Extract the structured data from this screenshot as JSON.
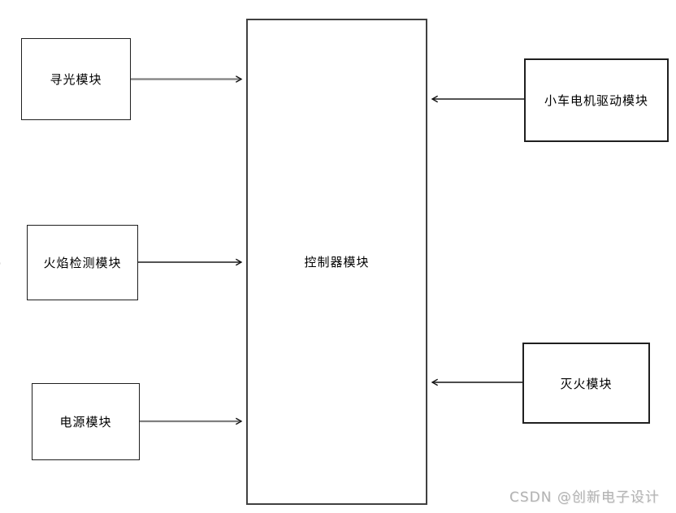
{
  "diagram": {
    "type": "block-diagram",
    "nodes": {
      "controller": {
        "label": "控制器模块"
      },
      "light_seeking": {
        "label": "寻光模块"
      },
      "flame_detection": {
        "label": "火焰检测模块"
      },
      "power": {
        "label": "电源模块"
      },
      "motor_drive": {
        "label": "小车电机驱动模块"
      },
      "extinguish": {
        "label": "灭火模块"
      }
    },
    "edges": [
      {
        "from": "寻光模块",
        "to": "控制器模块",
        "arrow": "into-controller-left-side"
      },
      {
        "from": "火焰检测模块",
        "to": "控制器模块",
        "arrow": "into-controller-left-side"
      },
      {
        "from": "电源模块",
        "to": "控制器模块",
        "arrow": "into-controller-left-side"
      },
      {
        "from": "小车电机驱动模块",
        "to": "控制器模块",
        "arrow": "into-controller-right-side"
      },
      {
        "from": "灭火模块",
        "to": "控制器模块",
        "arrow": "into-controller-right-side"
      }
    ],
    "colors": {
      "node_border": "#1f1f1f",
      "controller_border": "#404040",
      "arrow_gray": "#7f7f7f",
      "arrow_black": "#1a1a1a",
      "label_text": "#000000",
      "watermark_text": "#b3b3b3"
    }
  },
  "watermark": {
    "text": "CSDN @创新电子设计"
  }
}
